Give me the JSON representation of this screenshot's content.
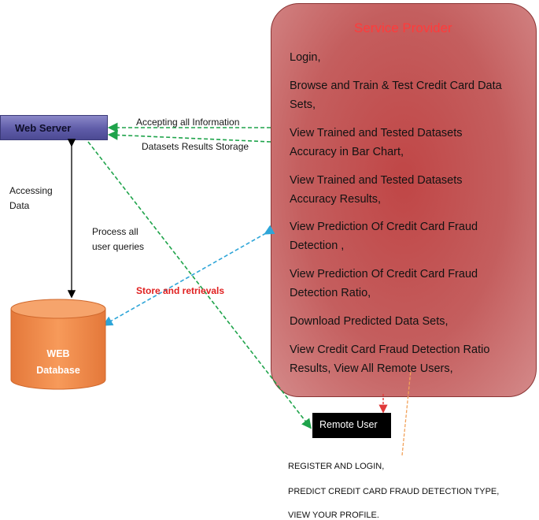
{
  "web_server": {
    "label": "Web Server"
  },
  "service_provider": {
    "title": "Service Provider",
    "items": [
      [
        "Login,"
      ],
      [
        "Browse and Train & Test Credit Card Data",
        "Sets,"
      ],
      [
        "View Trained and Tested Datasets",
        "Accuracy in Bar Chart,"
      ],
      [
        "View Trained and Tested Datasets",
        "Accuracy Results,"
      ],
      [
        "View Prediction Of Credit Card Fraud",
        "Detection ,"
      ],
      [
        "View Prediction Of Credit Card Fraud",
        "Detection Ratio,"
      ],
      [
        "Download Predicted Data Sets,"
      ],
      [
        "View Credit Card Fraud Detection Ratio",
        "Results, View All Remote Users,"
      ]
    ]
  },
  "connections": {
    "accepting": "Accepting all  Information",
    "datasets_storage": "Datasets Results Storage",
    "accessing_data": [
      "Accessing",
      "Data"
    ],
    "process_queries": [
      "Process all",
      "user queries"
    ],
    "store_retrievals": "Store and retrievals"
  },
  "database": {
    "line1": "WEB",
    "line2": "Database"
  },
  "remote_user": {
    "label": "Remote User",
    "items": [
      "REGISTER AND LOGIN,",
      "PREDICT CREDIT CARD FRAUD DETECTION TYPE,",
      "VIEW YOUR PROFILE."
    ]
  },
  "colors": {
    "panel": "#c04646",
    "panel_title": "#ff3b3b",
    "web_server": "#5f5ca8",
    "database": "#f08a48",
    "green_arrow": "#1ea34a",
    "blue_arrow": "#2ea5d8",
    "red_arrow": "#e03a3a",
    "orange_line": "#f2a25a"
  }
}
